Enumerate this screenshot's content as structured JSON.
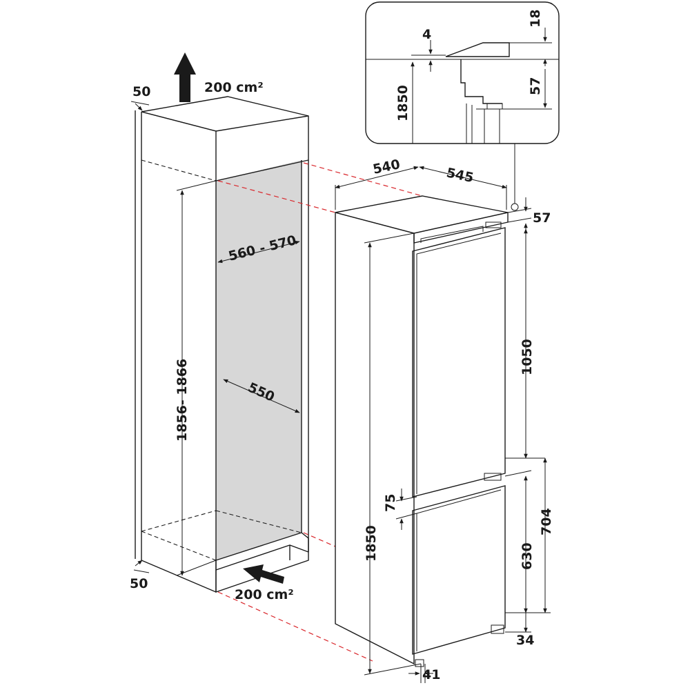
{
  "cabinet": {
    "ventilation_top": {
      "area": "200",
      "unit": "cm²"
    },
    "ventilation_bottom": {
      "area": "200",
      "unit": "cm²"
    },
    "top_gap": "50",
    "bottom_gap": "50",
    "niche_width": "560 - 570",
    "niche_height": "1856- 1866",
    "niche_depth": "550"
  },
  "appliance": {
    "depth": "540",
    "depth_with_door": "545",
    "top_clearance": "57",
    "fridge_door_height": "1050",
    "door_gap": "75",
    "freezer_section_height": "704",
    "freezer_door_height": "630",
    "bottom_offset": "34",
    "base_height": "41",
    "total_height": "1850"
  },
  "detail": {
    "gap_top": "4",
    "thickness": "18",
    "height": "1850",
    "hinge_offset": "57"
  },
  "colors": {
    "line": "#1a1a1a",
    "cavity_fill": "#d7d7d7",
    "ref_line": "#d9262b"
  }
}
